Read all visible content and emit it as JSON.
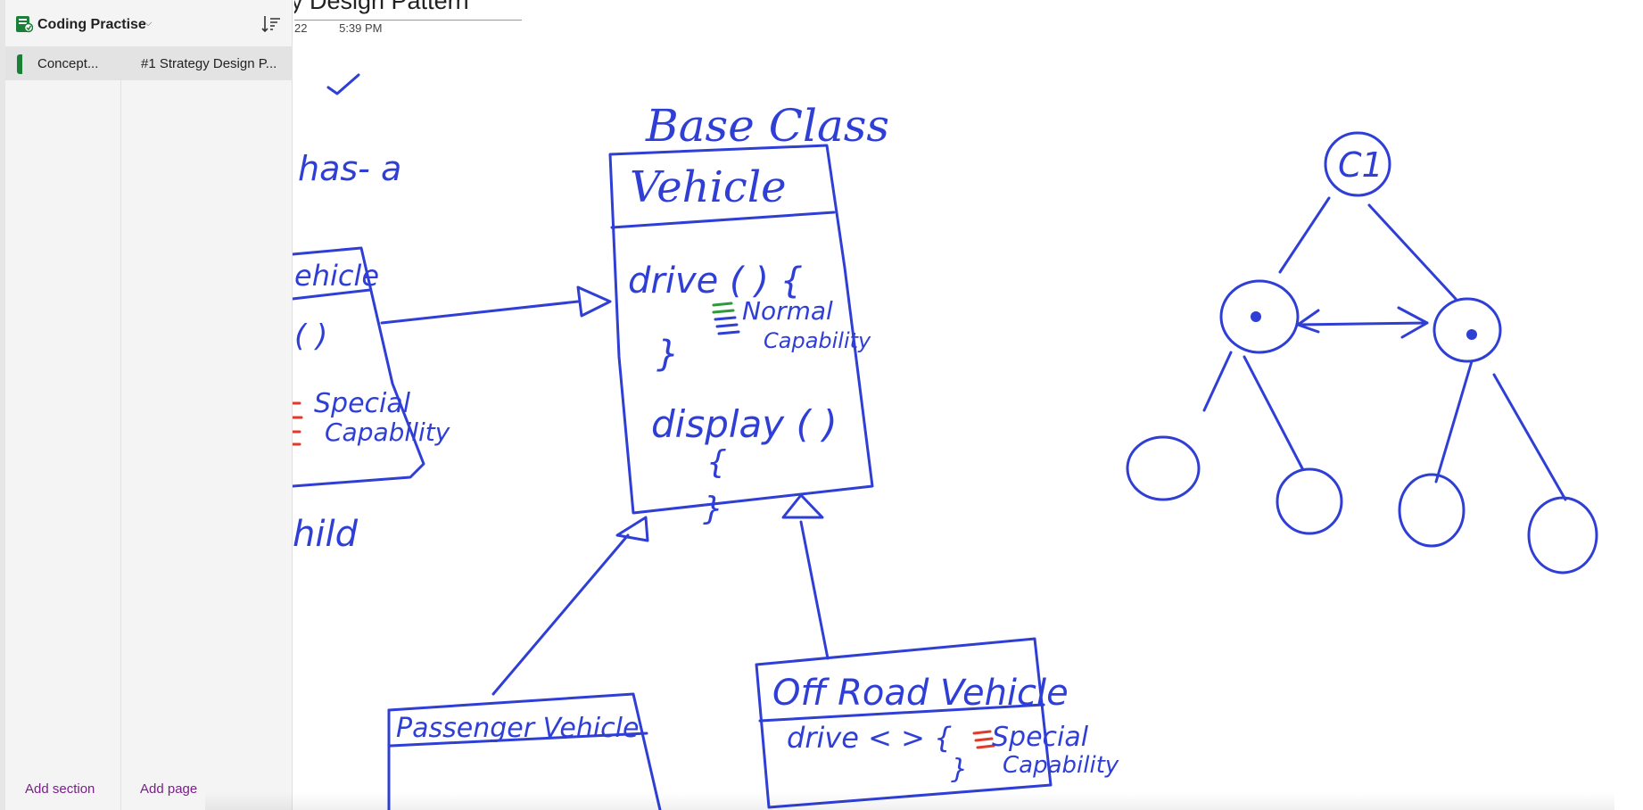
{
  "notebook": {
    "name": "Coding Practise",
    "icon": "onenote-notebook-icon",
    "color": "#1a7f37"
  },
  "toolbar": {
    "sort_icon": "sort-icon"
  },
  "sections": [
    {
      "label": "Concept..."
    }
  ],
  "pages": [
    {
      "label": "#1 Strategy Design P..."
    }
  ],
  "footer": {
    "add_section": "Add section",
    "add_page": "Add page"
  },
  "page": {
    "title_visible": "y Design Pattern",
    "date_visible": "22",
    "time": "5:39 PM"
  },
  "colors": {
    "ink": "#2f3fd6",
    "ink_red": "#e03a2a",
    "ink_green": "#2e9b3a",
    "link": "#7a1f8a"
  },
  "ink_text": {
    "base_class": "Base Class",
    "vehicle": "Vehicle",
    "drive": "drive ( ) {",
    "normal_capability_1": "Normal",
    "normal_capability_2": "Capability",
    "close_brace": "}",
    "display": "display ( )",
    "open_brace": "{",
    "has_a": "has- a",
    "vehicle_partial": "ehicle",
    "special_1": "Special",
    "special_2": "Capability",
    "child_partial": "hild",
    "passenger": "Passenger Vehicle",
    "offroad": "Off Road Vehicle",
    "drive_short": "drive < > {",
    "node_c1": "C1"
  }
}
